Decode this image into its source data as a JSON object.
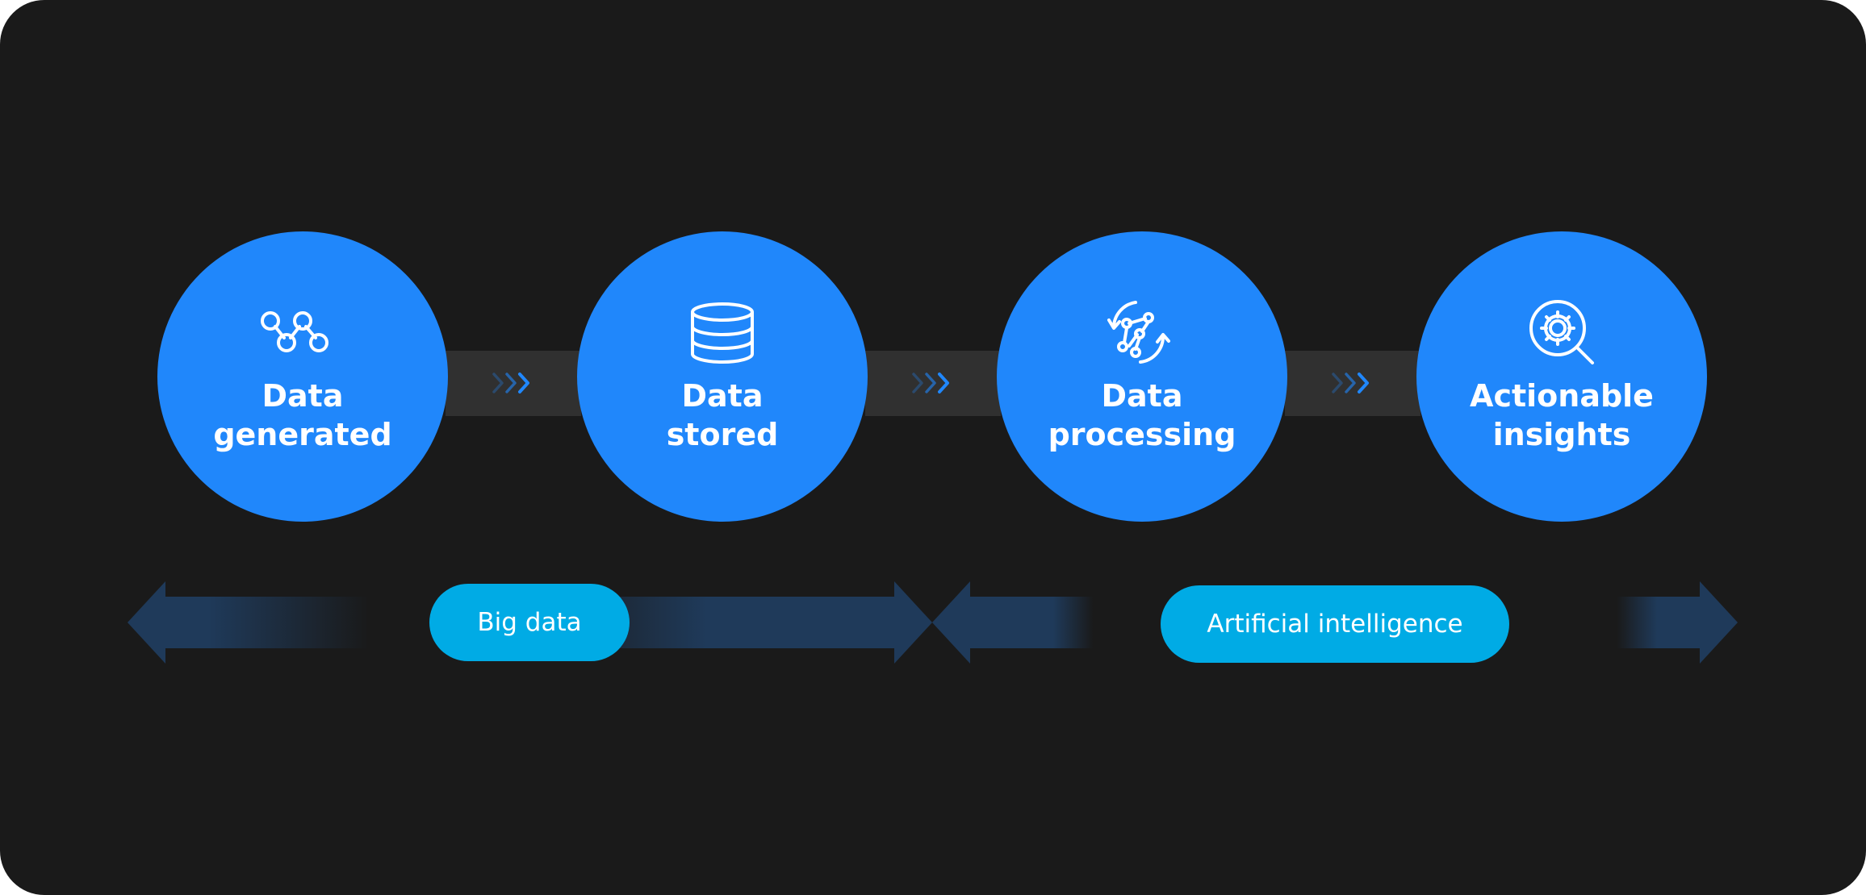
{
  "stages": [
    {
      "label_line1": "Data",
      "label_line2": "generated",
      "icon": "nodes-graph-icon"
    },
    {
      "label_line1": "Data",
      "label_line2": "stored",
      "icon": "database-icon"
    },
    {
      "label_line1": "Data",
      "label_line2": "processing",
      "icon": "processing-cycle-icon"
    },
    {
      "label_line1": "Actionable",
      "label_line2": "insights",
      "icon": "gear-search-icon"
    }
  ],
  "phases": [
    {
      "label": "Big data"
    },
    {
      "label": "Artificial intelligence"
    }
  ],
  "colors": {
    "background": "#1a1a1a",
    "circle": "#2087fb",
    "connector": "#303030",
    "chevron": "#2087fb",
    "arrow": "#1f3a5a",
    "pill": "#00abe5",
    "text": "#ffffff"
  }
}
